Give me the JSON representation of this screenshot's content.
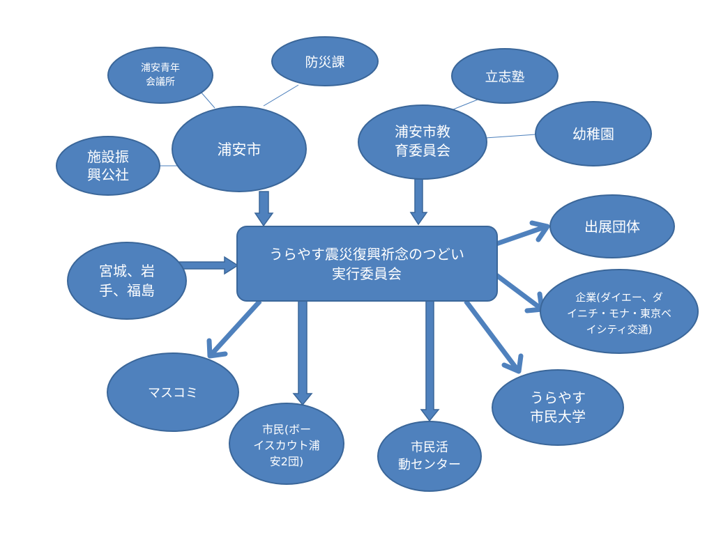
{
  "nodes": {
    "center": {
      "lines": [
        "うらやす震災復興祈念のつどい",
        "実行委員会"
      ]
    },
    "urayasu_city": {
      "lines": [
        "浦安市"
      ]
    },
    "urayasu_seinen": {
      "lines": [
        "浦安青年",
        "会議所"
      ]
    },
    "bosai": {
      "lines": [
        "防災課"
      ]
    },
    "shisetsu": {
      "lines": [
        "施設振",
        "興公社"
      ]
    },
    "kyoiku": {
      "lines": [
        "浦安市教",
        "育委員会"
      ]
    },
    "risshi": {
      "lines": [
        "立志塾"
      ]
    },
    "yochien": {
      "lines": [
        "幼稚園"
      ]
    },
    "shutten": {
      "lines": [
        "出展団体"
      ]
    },
    "kigyo": {
      "lines": [
        "企業(ダイエー、ダ",
        "イニチ・モナ・東京ベ",
        "イシティ交通)"
      ]
    },
    "miyagi": {
      "lines": [
        "宮城、岩",
        "手、福島"
      ]
    },
    "masukomi": {
      "lines": [
        "マスコミ"
      ]
    },
    "shimin": {
      "lines": [
        "市民(ボー",
        "イスカウト浦",
        "安2団)"
      ]
    },
    "katsudo": {
      "lines": [
        "市民活",
        "動センター"
      ]
    },
    "daigaku": {
      "lines": [
        "うらやす",
        "市民大学"
      ]
    }
  },
  "colors": {
    "fill": "#4f81bd",
    "stroke": "#3a6699",
    "line": "#4a7ebb",
    "text": "#ffffff"
  }
}
